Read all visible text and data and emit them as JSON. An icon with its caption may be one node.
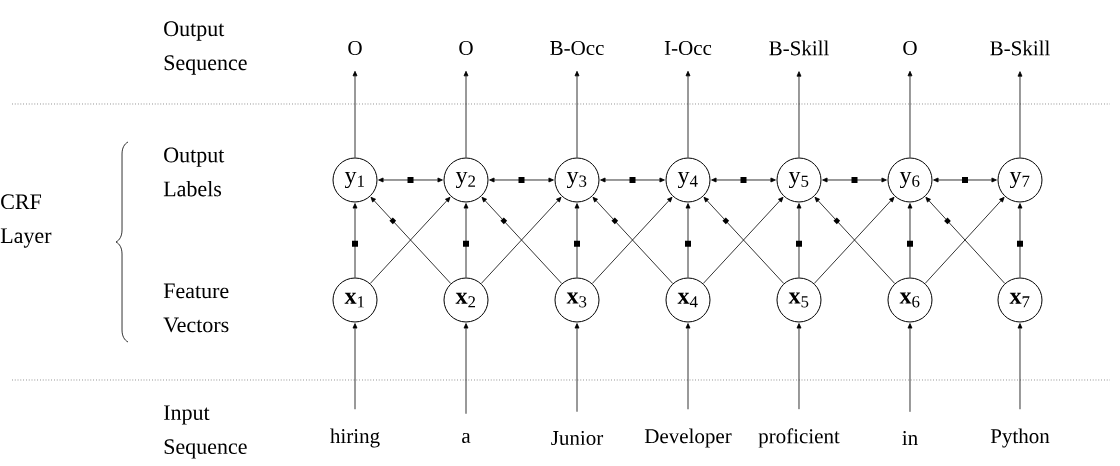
{
  "diagram": {
    "nodes": [
      {
        "text": [
          "O"
        ]
      },
      {
        "text": [
          "O"
        ]
      },
      {
        "text": [
          "B-Occ"
        ]
      },
      {
        "text": [
          "I-Occ"
        ]
      },
      {
        "text": [
          "B-Skill"
        ]
      },
      {
        "text": [
          "O"
        ]
      },
      {
        "text": [
          "B-Skill"
        ]
      },
      {
        "text": [
          "y$_{1}$"
        ]
      },
      {
        "text": [
          "y$_{2}$"
        ]
      },
      {
        "text": [
          "y$_{3}$"
        ]
      },
      {
        "text": [
          "y$_{4}$"
        ]
      },
      {
        "text": [
          "y$_{5}$"
        ]
      },
      {
        "text": [
          "y$_{6}$"
        ]
      },
      {
        "text": [
          "y$_{7}$"
        ]
      },
      {
        "text": [
          "**x**$_{1}$"
        ]
      },
      {
        "text": [
          "**x**$_{2}$"
        ]
      },
      {
        "text": [
          "**x**$_{3}$"
        ]
      },
      {
        "text": [
          "**x**$_{4}$"
        ]
      },
      {
        "text": [
          "**x**$_{5}$"
        ]
      },
      {
        "text": [
          "**x**$_{6}$"
        ]
      },
      {
        "text": [
          "**x**$_{7}$"
        ]
      },
      {
        "text": [
          "hiring"
        ]
      },
      {
        "text": [
          "a"
        ]
      },
      {
        "text": [
          "Junior"
        ]
      },
      {
        "text": [
          "Developer"
        ]
      },
      {
        "text": [
          "proficient"
        ]
      },
      {
        "text": [
          "in"
        ]
      },
      {
        "text": [
          "Python"
        ]
      }
    ],
    "edges": [
      {
        "from": 7,
        "to": 0,
        "arrow": "to"
      },
      {
        "from": 8,
        "to": 1,
        "arrow": "to"
      },
      {
        "from": 9,
        "to": 2,
        "arrow": "to"
      },
      {
        "from": 10,
        "to": 3,
        "arrow": "to"
      },
      {
        "from": 11,
        "to": 4,
        "arrow": "to"
      },
      {
        "from": 12,
        "to": 5,
        "arrow": "to"
      },
      {
        "from": 13,
        "to": 6,
        "arrow": "to"
      },
      {
        "from": 7,
        "to": 8,
        "arrow": "both"
      },
      {
        "from": 8,
        "to": 9,
        "arrow": "both"
      },
      {
        "from": 9,
        "to": 10,
        "arrow": "both"
      },
      {
        "from": 10,
        "to": 11,
        "arrow": "both"
      },
      {
        "from": 11,
        "to": 12,
        "arrow": "both"
      },
      {
        "from": 12,
        "to": 13,
        "arrow": "both"
      },
      {
        "from": 14,
        "to": 7,
        "arrow": "to"
      },
      {
        "from": 15,
        "to": 8,
        "arrow": "to"
      },
      {
        "from": 16,
        "to": 9,
        "arrow": "to"
      },
      {
        "from": 17,
        "to": 10,
        "arrow": "to"
      },
      {
        "from": 18,
        "to": 11,
        "arrow": "to"
      },
      {
        "from": 19,
        "to": 12,
        "arrow": "to"
      },
      {
        "from": 20,
        "to": 13,
        "arrow": "to"
      },
      {
        "from": 14,
        "to": 8,
        "arrow": "to"
      },
      {
        "from": 15,
        "to": 9,
        "arrow": "to"
      },
      {
        "from": 16,
        "to": 10,
        "arrow": "to"
      },
      {
        "from": 17,
        "to": 11,
        "arrow": "to"
      },
      {
        "from": 18,
        "to": 12,
        "arrow": "to"
      },
      {
        "from": 19,
        "to": 13,
        "arrow": "to"
      },
      {
        "from": 15,
        "to": 7,
        "arrow": "to"
      },
      {
        "from": 16,
        "to": 8,
        "arrow": "to"
      },
      {
        "from": 17,
        "to": 9,
        "arrow": "to"
      },
      {
        "from": 18,
        "to": 10,
        "arrow": "to"
      },
      {
        "from": 19,
        "to": 11,
        "arrow": "to"
      },
      {
        "from": 20,
        "to": 12,
        "arrow": "to"
      },
      {
        "from": 21,
        "to": 14,
        "arrow": "to"
      },
      {
        "from": 22,
        "to": 15,
        "arrow": "to"
      },
      {
        "from": 23,
        "to": 16,
        "arrow": "to"
      },
      {
        "from": 24,
        "to": 17,
        "arrow": "to"
      },
      {
        "from": 25,
        "to": 18,
        "arrow": "to"
      },
      {
        "from": 26,
        "to": 19,
        "arrow": "to"
      },
      {
        "from": 27,
        "to": 20,
        "arrow": "to"
      }
    ],
    "labels": [
      "Output Sequence",
      "Output Labels",
      "CRF Layer",
      "Feature Vectors",
      "Input Sequence"
    ]
  }
}
